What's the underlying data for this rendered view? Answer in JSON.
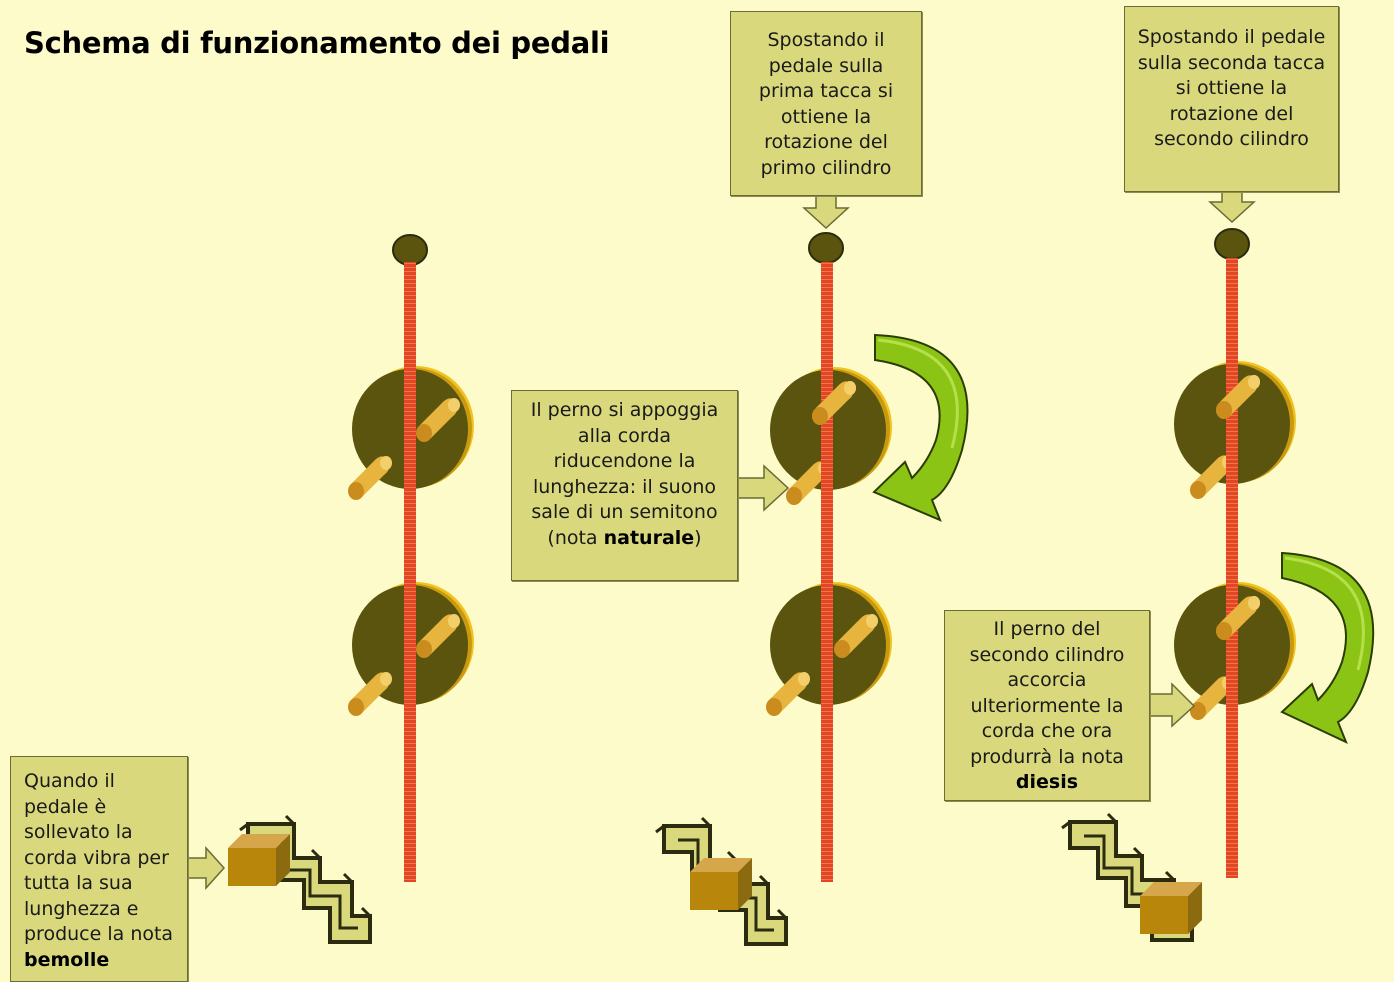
{
  "title": "Schema di funzionamento dei pedali",
  "callouts": {
    "bottom_left": {
      "text": "Quando il pedale è sollevato la corda vibra per tutta la sua lunghezza e produce la nota",
      "bold": "bemolle",
      "after": ""
    },
    "middle_left": {
      "text": "Il perno si appoggia alla corda riducendone la lunghezza: il suono sale di un semitono (nota",
      "bold": "naturale",
      "after": ")"
    },
    "top_middle": {
      "text": "Spostando il pedale sulla prima tacca si ottiene la rotazione del primo cilindro"
    },
    "top_right": {
      "text": "Spostando il pedale sulla seconda tacca si ottiene la rotazione del secondo cilindro"
    },
    "right_middle": {
      "text": "Il perno del secondo cilindro accorcia ulteriormente la corda che ora produrrà la nota",
      "bold": "diesis",
      "after": ""
    }
  },
  "colors": {
    "background": "#fdfbc9",
    "callout_fill": "#d9d87c",
    "string": "#e2452a",
    "disc": "#5a540f",
    "disc_rim": "#f2c21e",
    "peg": "#e7b53d",
    "rotation_arrow": "#8cc415",
    "pedal_block": "#b8860b"
  },
  "icons": [
    "rotation-arrow-icon",
    "pointer-arrow-icon"
  ]
}
